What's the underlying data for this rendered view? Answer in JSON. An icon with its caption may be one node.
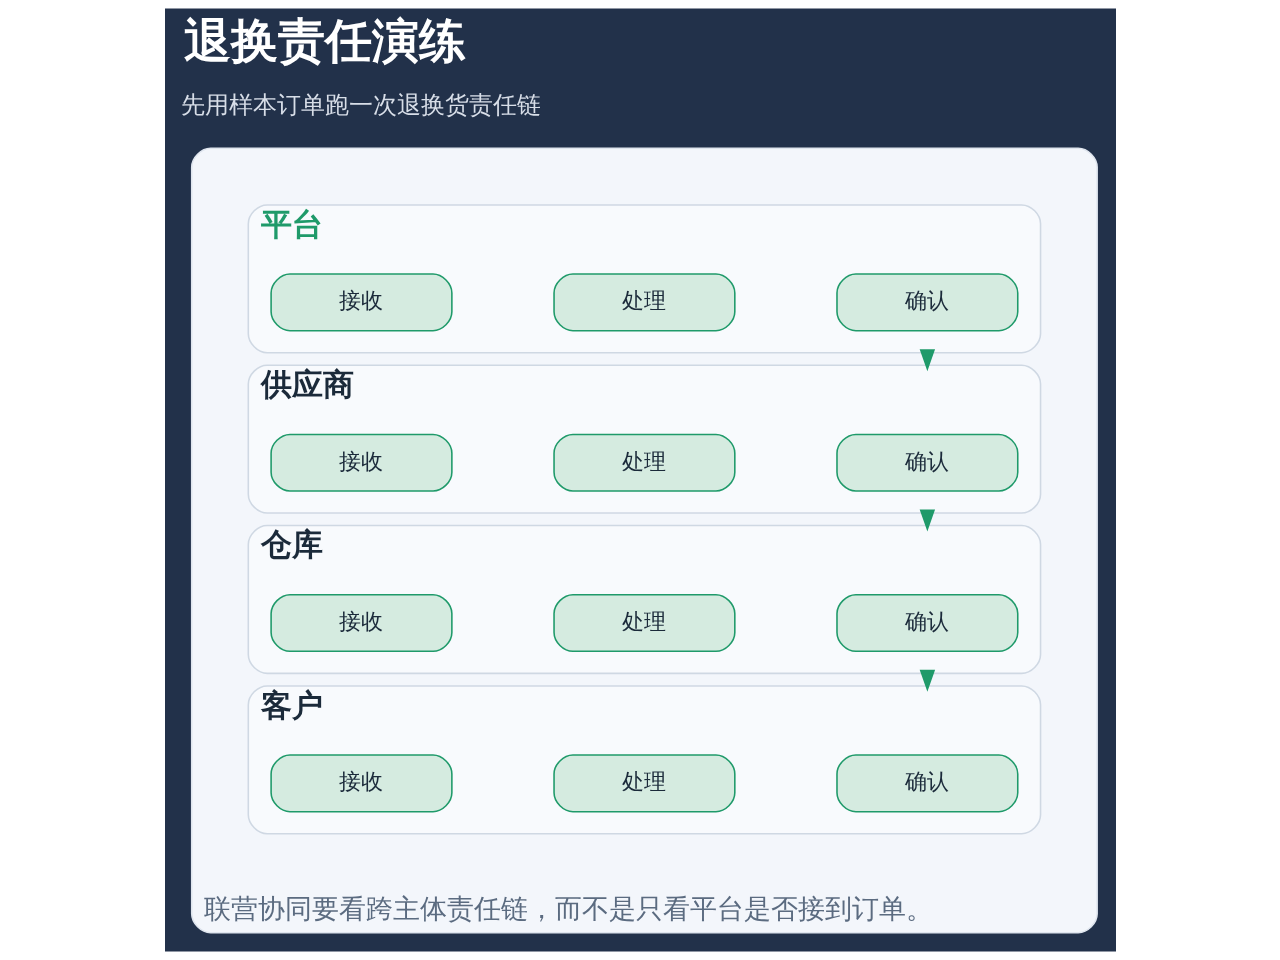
{
  "diagram": {
    "title": "退换责任演练",
    "nodes": [
      {
        "text": [
          "联营协同要看跨主体责任链，而不是只看平台是否接到订单。"
        ]
      },
      {
        "text": [
          "平台"
        ],
        "in": 0
      },
      {
        "text": [
          "接收"
        ],
        "in": 1
      },
      {
        "text": [
          "处理"
        ],
        "in": 1
      },
      {
        "text": [
          "确认"
        ],
        "in": 1
      },
      {
        "text": [
          "供应商"
        ],
        "in": 0
      },
      {
        "text": [
          "接收"
        ],
        "in": 5
      },
      {
        "text": [
          "处理"
        ],
        "in": 5
      },
      {
        "text": [
          "确认"
        ],
        "in": 5
      },
      {
        "text": [
          "仓库"
        ],
        "in": 0
      },
      {
        "text": [
          "接收"
        ],
        "in": 9
      },
      {
        "text": [
          "处理"
        ],
        "in": 9
      },
      {
        "text": [
          "确认"
        ],
        "in": 9
      },
      {
        "text": [
          "客户"
        ],
        "in": 0
      },
      {
        "text": [
          "接收"
        ],
        "in": 13
      },
      {
        "text": [
          "处理"
        ],
        "in": 13
      },
      {
        "text": [
          "确认"
        ],
        "in": 13
      }
    ],
    "edges": [
      {
        "from": 1,
        "to": 5,
        "arrow": "to"
      },
      {
        "from": 5,
        "to": 9,
        "arrow": "to"
      },
      {
        "from": 9,
        "to": 13,
        "arrow": "to"
      }
    ],
    "labels": [
      "先用样本订单跑一次退换货责任链"
    ]
  }
}
